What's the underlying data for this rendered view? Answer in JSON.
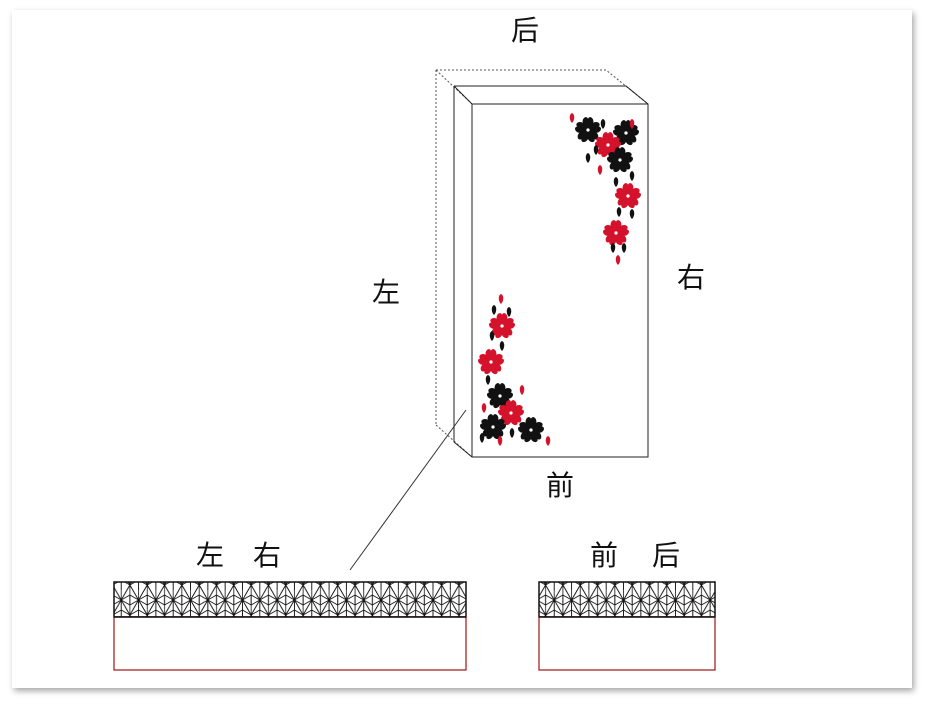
{
  "labels": {
    "back": "后",
    "left": "左",
    "right": "右",
    "front": "前",
    "sides_left": "左",
    "sides_right": "右",
    "ends_front": "前",
    "ends_back": "后"
  },
  "colors": {
    "petal_red": "#d4122b",
    "petal_black": "#111111",
    "base_border": "#a01515",
    "outline": "#222222"
  },
  "icons": [
    "sakura-flower-icon",
    "asanoha-pattern-icon"
  ]
}
